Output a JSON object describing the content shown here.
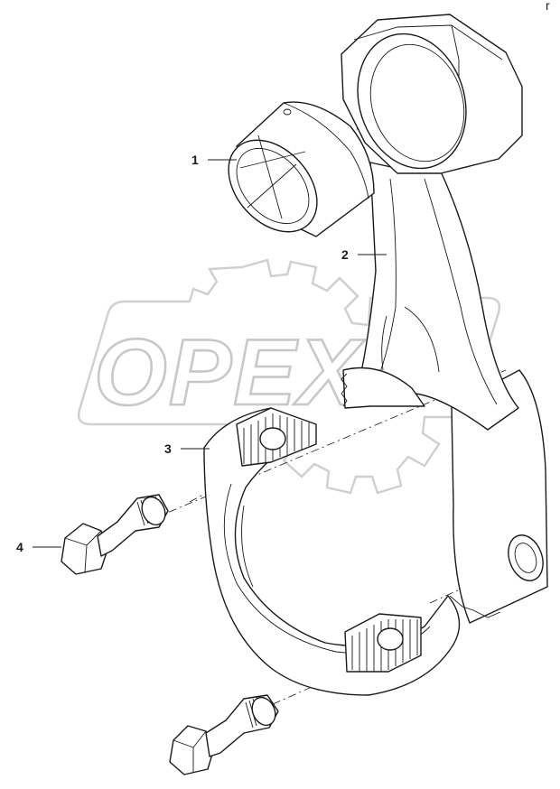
{
  "diagram": {
    "corner_mark": "r",
    "watermark": "OPEX",
    "callouts": [
      {
        "id": "1",
        "label": "1"
      },
      {
        "id": "2",
        "label": "2"
      },
      {
        "id": "3",
        "label": "3"
      },
      {
        "id": "4",
        "label": "4"
      }
    ]
  }
}
